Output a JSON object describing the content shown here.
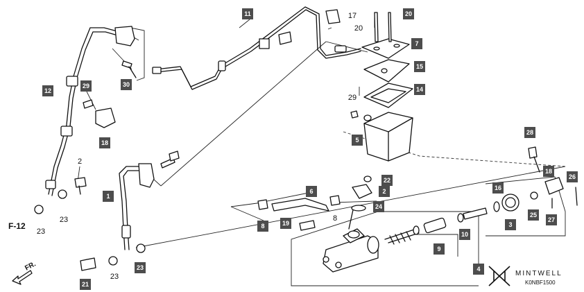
{
  "diagram_code": "K0NBF1500",
  "brand": {
    "name": "MINTWELL"
  },
  "reference": {
    "f12": "F-12",
    "fr": "FR."
  },
  "labels": [
    {
      "id": "l11",
      "text": "11",
      "boxed": true
    },
    {
      "id": "l17",
      "text": "17",
      "boxed": false
    },
    {
      "id": "l20a",
      "text": "20",
      "boxed": true
    },
    {
      "id": "l20b",
      "text": "20",
      "boxed": false
    },
    {
      "id": "l7",
      "text": "7",
      "boxed": true
    },
    {
      "id": "l15",
      "text": "15",
      "boxed": true
    },
    {
      "id": "l14",
      "text": "14",
      "boxed": true
    },
    {
      "id": "l29a",
      "text": "29",
      "boxed": false
    },
    {
      "id": "l5",
      "text": "5",
      "boxed": true
    },
    {
      "id": "l12",
      "text": "12",
      "boxed": true
    },
    {
      "id": "l29b",
      "text": "29",
      "boxed": true
    },
    {
      "id": "l30",
      "text": "30",
      "boxed": true
    },
    {
      "id": "l18a",
      "text": "18",
      "boxed": true
    },
    {
      "id": "l2a",
      "text": "2",
      "boxed": false
    },
    {
      "id": "l1",
      "text": "1",
      "boxed": true
    },
    {
      "id": "l23a",
      "text": "23",
      "boxed": false
    },
    {
      "id": "l23b",
      "text": "23",
      "boxed": false
    },
    {
      "id": "l23c",
      "text": "23",
      "boxed": true
    },
    {
      "id": "l23d",
      "text": "23",
      "boxed": false
    },
    {
      "id": "l21",
      "text": "21",
      "boxed": true
    },
    {
      "id": "l28",
      "text": "28",
      "boxed": true
    },
    {
      "id": "l18b",
      "text": "18",
      "boxed": true
    },
    {
      "id": "l26",
      "text": "26",
      "boxed": true
    },
    {
      "id": "l22",
      "text": "22",
      "boxed": true
    },
    {
      "id": "l2b",
      "text": "2",
      "boxed": true
    },
    {
      "id": "l6",
      "text": "6",
      "boxed": true
    },
    {
      "id": "l24",
      "text": "24",
      "boxed": true
    },
    {
      "id": "l8a",
      "text": "8",
      "boxed": true
    },
    {
      "id": "l8b",
      "text": "8",
      "boxed": false
    },
    {
      "id": "l19",
      "text": "19",
      "boxed": true
    },
    {
      "id": "l16",
      "text": "16",
      "boxed": true
    },
    {
      "id": "l3",
      "text": "3",
      "boxed": true
    },
    {
      "id": "l25",
      "text": "25",
      "boxed": true
    },
    {
      "id": "l27",
      "text": "27",
      "boxed": true
    },
    {
      "id": "l10",
      "text": "10",
      "boxed": true
    },
    {
      "id": "l9",
      "text": "9",
      "boxed": true
    },
    {
      "id": "l4",
      "text": "4",
      "boxed": true
    }
  ]
}
